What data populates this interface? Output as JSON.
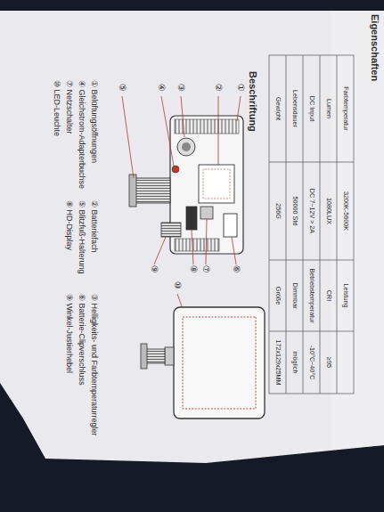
{
  "diagram": {
    "title": "Eigenschaften",
    "labels": [
      "Farbtemperatur",
      "3200K-5600K",
      "Leistung",
      "Lumen",
      "1080LUX",
      "CRI",
      "≥95",
      "DC Input",
      "DC 7~12V > 2A",
      "Betriebstemperatur",
      "-10°C~40°C",
      "Lebensdauer",
      "50000 Std",
      "Dimmbar",
      "möglich",
      "Gewicht",
      "256G",
      "Größe",
      "172x129x25MM",
      "Beschriftung",
      "①",
      "②",
      "③",
      "④",
      "⑤",
      "⑥",
      "⑦",
      "⑧",
      "⑨",
      "⑩",
      "① Belüftungsöffnungen",
      "② Batteriefach",
      "③ Helligkeits- und Farbtemperaturregler",
      "④ Gleichstrom-Adapterbuchse",
      "⑤ Blitzfuß-Halterung",
      "⑥ Batterie-Clipverschluss",
      "⑦ Netzschalter",
      "⑧ HD-Display",
      "⑨ Winkel-Justierhebel",
      "⑩ LED-Leuchte"
    ]
  }
}
